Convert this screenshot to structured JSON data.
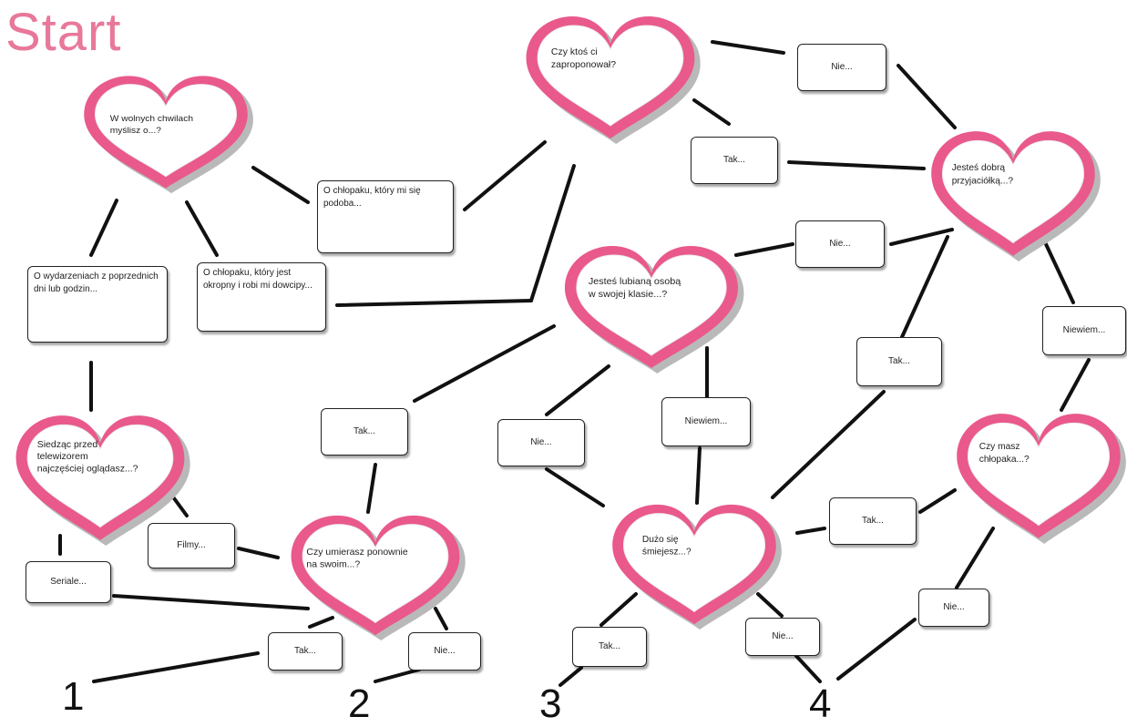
{
  "title": "Start",
  "colors": {
    "heart_fill": "#e9598c",
    "heart_shadow": "#b9b9b9",
    "title": "#e8789a"
  },
  "hearts": {
    "h1": [
      "W wolnych chwilach",
      "myślisz o...?"
    ],
    "h2": [
      "Czy ktoś ci",
      "zaproponował?"
    ],
    "h3": [
      "Jesteś dobrą",
      "przyjaciółką...?"
    ],
    "h4": [
      "Jesteś lubianą osobą",
      "w swojej klasie...?"
    ],
    "h5": [
      "Siedząc przed",
      "telewizorem",
      "najczęściej oglądasz...?"
    ],
    "h6": [
      "Czy umierasz ponownie",
      "na swoim...?"
    ],
    "h7": [
      "Dużo się",
      "śmiejesz...?"
    ],
    "h8": [
      "Czy masz",
      "chłopaka...?"
    ]
  },
  "boxes": {
    "b_wydarzenia": "O wydarzeniach z poprzednich dni lub godzin...",
    "b_chlopaku_lubi": "O chłopaku, który mi się podoba...",
    "b_chlopaku_zdenerwowal": "O chłopaku, który jest okropny i robi mi dowcipy...",
    "b_nie1": "Nie...",
    "b_tak1": "Tak...",
    "b_nie2": "Nie...",
    "b_niewiem1": "Niewiem...",
    "b_tak2": "Tak...",
    "b_tak3": "Tak...",
    "b_nie3": "Nie...",
    "b_niewiem2": "Niewiem...",
    "b_seriale": "Seriale...",
    "b_filmy": "Filmy...",
    "b_tak4": "Tak...",
    "b_nie4": "Nie...",
    "b_tak5": "Tak...",
    "b_tak6": "Tak...",
    "b_nie5": "Nie...",
    "b_nie6": "Nie..."
  },
  "outcomes": [
    "1",
    "2",
    "3",
    "4"
  ]
}
